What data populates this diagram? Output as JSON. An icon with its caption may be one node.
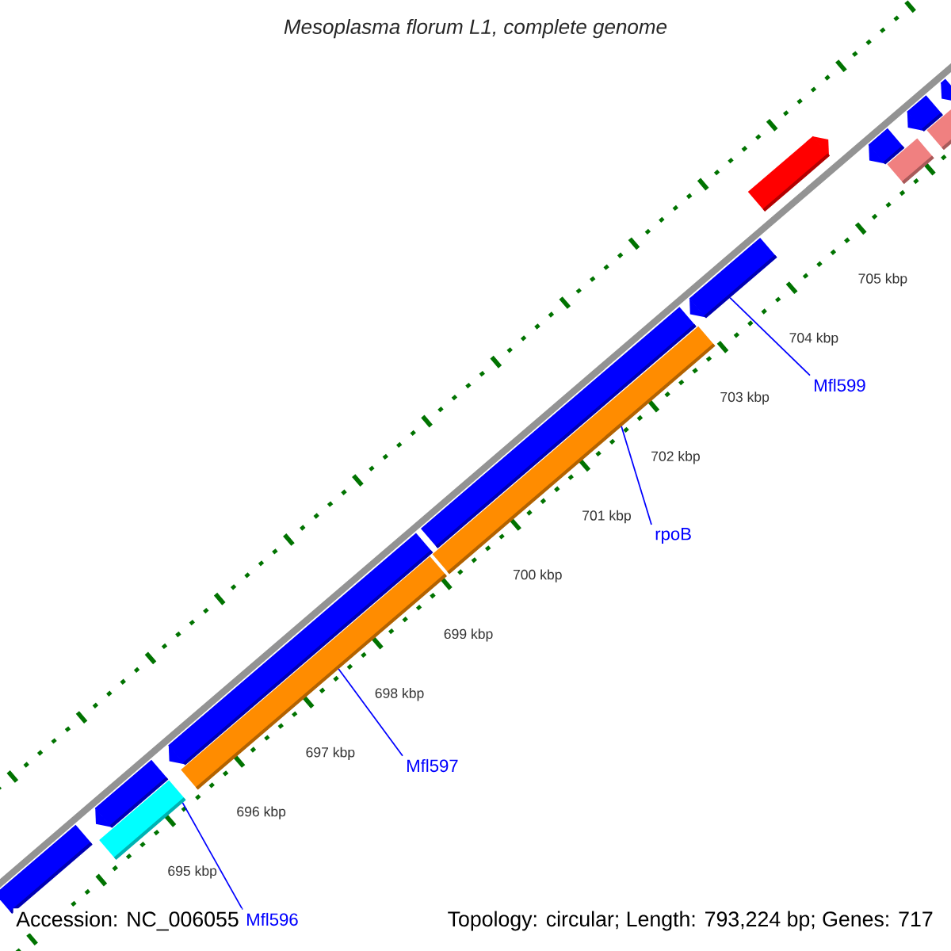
{
  "diagram": {
    "title": "Mesoplasma florum L1, complete genome",
    "nodes": [
      {
        "text": [
          "Mfl599"
        ]
      },
      {
        "text": [
          "rpoB"
        ]
      },
      {
        "text": [
          "Mfl597"
        ]
      },
      {
        "text": [
          "Mfl596"
        ]
      },
      {
        "text": [],
        "shape": "bar"
      },
      {
        "text": [],
        "shape": "bar"
      },
      {
        "text": [],
        "shape": "bar"
      },
      {
        "text": [],
        "shape": "bar"
      },
      {
        "text": [],
        "shape": "bar"
      },
      {
        "text": [],
        "shape": "bar"
      },
      {
        "text": [],
        "shape": "bar"
      },
      {
        "text": [],
        "shape": "bar"
      },
      {
        "text": [],
        "shape": "bar"
      },
      {
        "text": [],
        "shape": "bar"
      },
      {
        "text": [],
        "shape": "bar"
      },
      {
        "text": [],
        "shape": "bar"
      },
      {
        "text": [],
        "shape": "bar"
      },
      {
        "text": [],
        "shape": "bar"
      }
    ],
    "edges": [
      {
        "from": 0,
        "to": 11,
        "arrow": "none"
      },
      {
        "from": 1,
        "to": 10,
        "arrow": "none"
      },
      {
        "from": 2,
        "to": 8,
        "arrow": "none"
      },
      {
        "from": 3,
        "to": 6,
        "arrow": "none"
      }
    ],
    "labels": [
      "705 kbp",
      "704 kbp",
      "703 kbp",
      "702 kbp",
      "701 kbp",
      "700 kbp",
      "699 kbp",
      "698 kbp",
      "697 kbp",
      "696 kbp",
      "695 kbp",
      "Accession: NC_006055",
      "Topology: circular; Length: 793,224 bp; Genes: 717"
    ]
  }
}
